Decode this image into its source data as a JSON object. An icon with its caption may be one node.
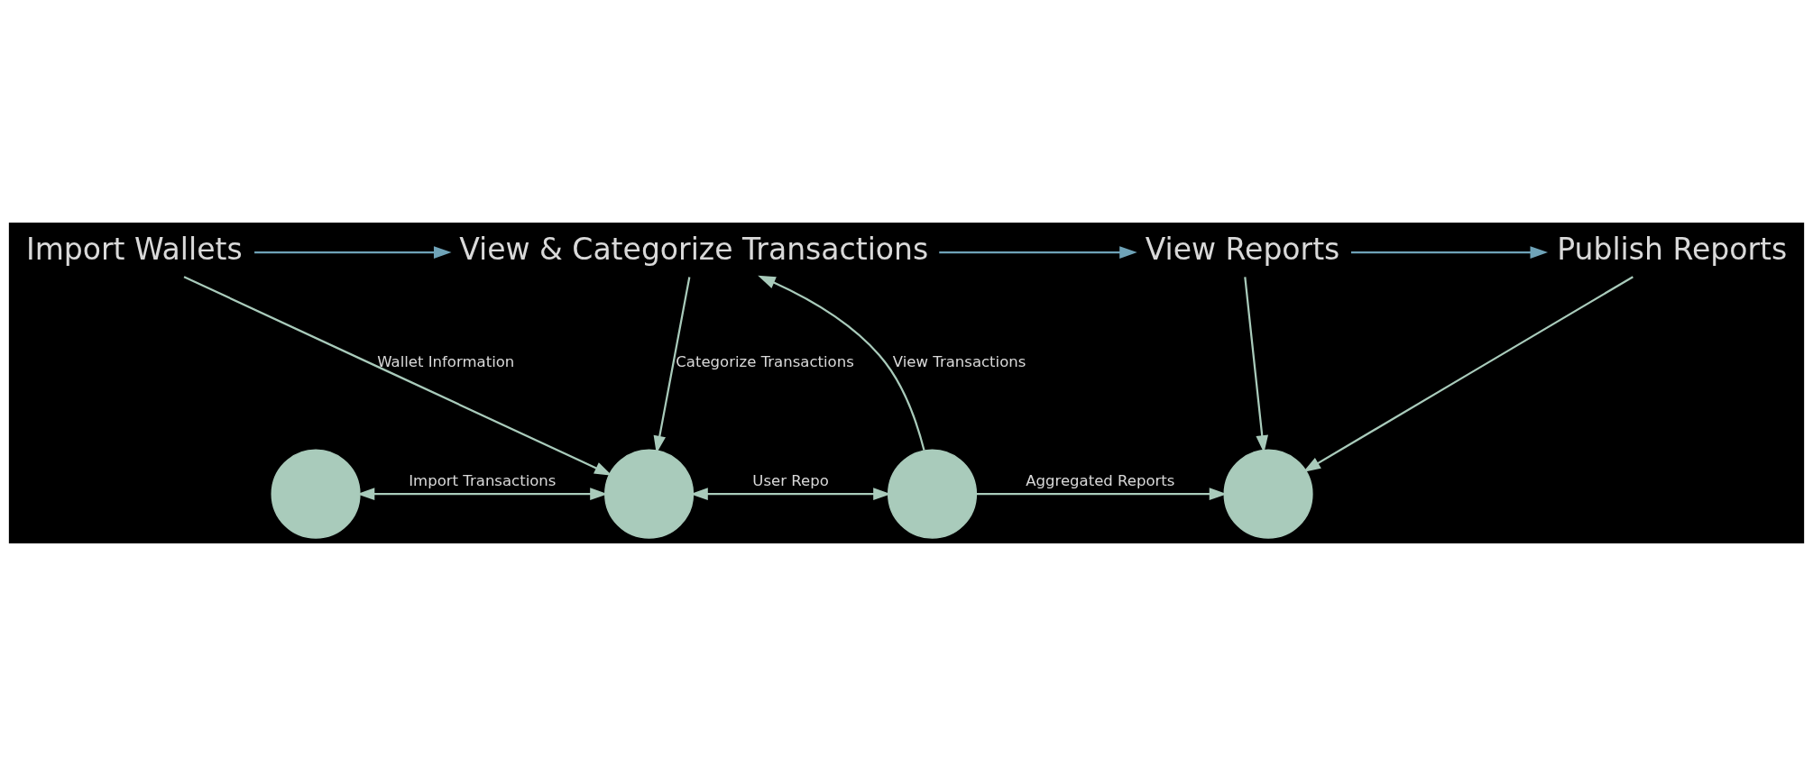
{
  "diagram": {
    "nodes": [
      {
        "text": [
          "Import Wallets"
        ]
      },
      {
        "text": [
          "View & Categorize Transactions"
        ]
      },
      {
        "text": [
          "View Reports"
        ]
      },
      {
        "text": [
          "Publish Reports"
        ]
      },
      {
        "text": [],
        "shape": "circle"
      },
      {
        "text": [],
        "shape": "circle"
      },
      {
        "text": [],
        "shape": "circle"
      },
      {
        "text": [],
        "shape": "circle"
      }
    ],
    "edges": [
      {
        "from": 0,
        "to": 1,
        "arrow": "to",
        "color": "#6fa3b8"
      },
      {
        "from": 1,
        "to": 2,
        "arrow": "to",
        "color": "#6fa3b8"
      },
      {
        "from": 2,
        "to": 3,
        "arrow": "to",
        "color": "#6fa3b8"
      },
      {
        "from": 0,
        "to": 5,
        "arrow": "to",
        "label": "Wallet Information"
      },
      {
        "from": 1,
        "to": 5,
        "arrow": "to",
        "label": "Categorize Transactions"
      },
      {
        "from": 6,
        "to": 1,
        "arrow": "to",
        "label": "View Transactions"
      },
      {
        "from": 4,
        "to": 5,
        "arrow": "both",
        "label": "Import Transactions"
      },
      {
        "from": 5,
        "to": 6,
        "arrow": "both",
        "label": "User Repo"
      },
      {
        "from": 6,
        "to": 7,
        "arrow": "to",
        "label": "Aggregated Reports"
      },
      {
        "from": 2,
        "to": 7,
        "arrow": "to"
      },
      {
        "from": 3,
        "to": 7,
        "arrow": "to"
      }
    ]
  }
}
